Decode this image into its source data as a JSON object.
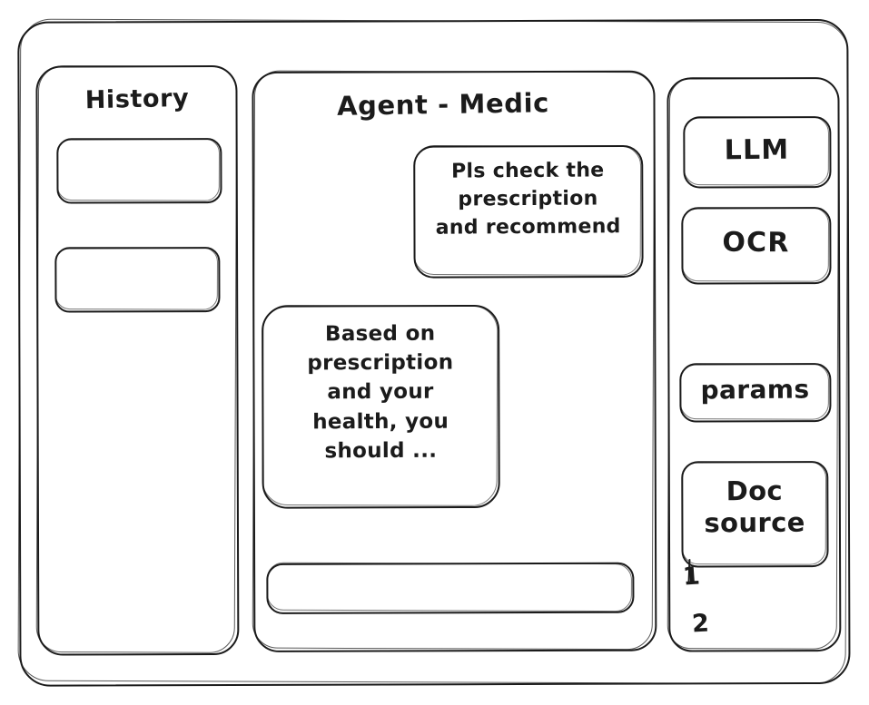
{
  "window": {
    "frame_label": "app-window"
  },
  "sidebar_history": {
    "title": "History",
    "items": [
      {
        "label": ""
      },
      {
        "label": ""
      }
    ]
  },
  "main": {
    "title": "Agent - Medic",
    "messages": [
      {
        "role": "user",
        "text": "Pls check the\nprescription\nand recommend"
      },
      {
        "role": "assistant",
        "text": "Based on\nprescription\nand your\nhealth, you\nshould ..."
      }
    ],
    "composer": {
      "value": "",
      "placeholder": ""
    }
  },
  "tools_panel": {
    "buttons": [
      {
        "label": "LLM",
        "name": "llm"
      },
      {
        "label": "OCR",
        "name": "ocr"
      },
      {
        "label": "params",
        "name": "params"
      },
      {
        "label": "Doc\nsource",
        "name": "doc-source"
      }
    ],
    "annotations": [
      {
        "label": "1"
      },
      {
        "label": "2"
      }
    ]
  },
  "colors": {
    "stroke": "#1b1b1b",
    "background": "#ffffff"
  }
}
